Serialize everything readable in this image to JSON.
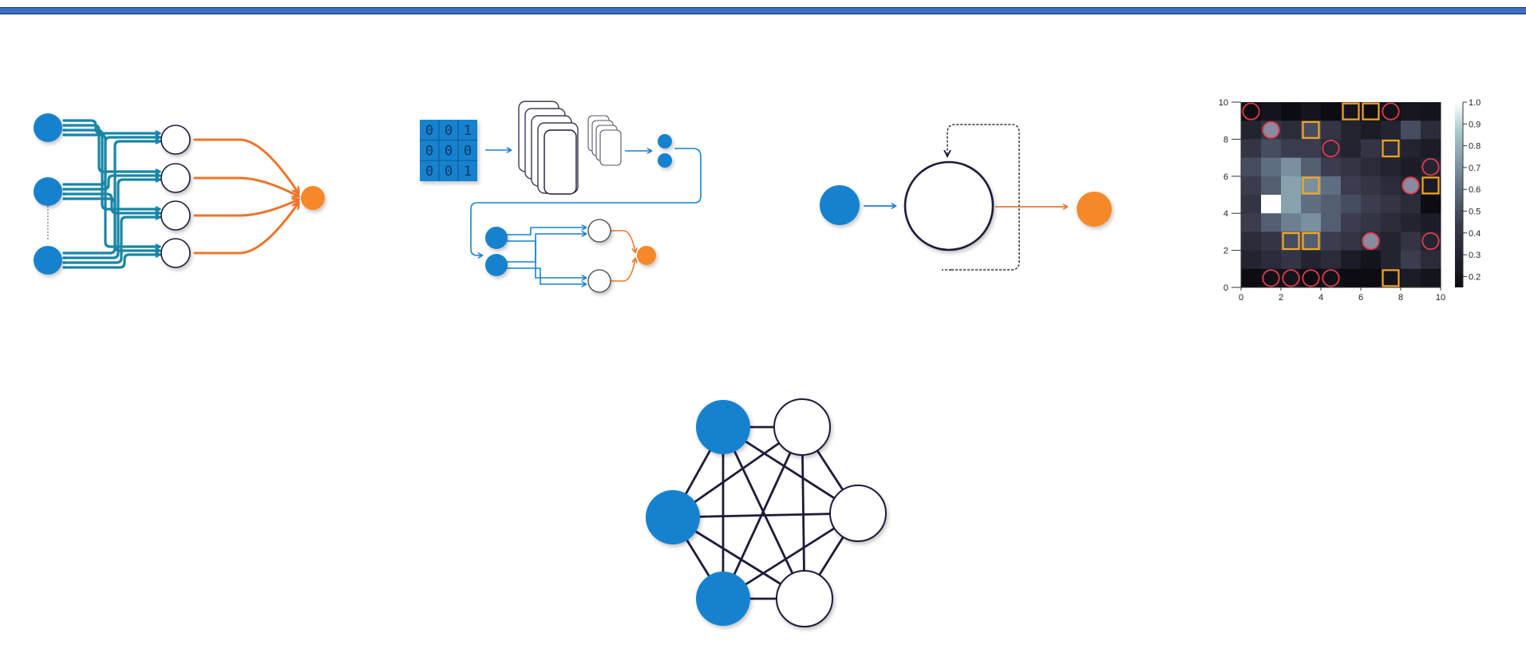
{
  "colors": {
    "blue": "#1782cf",
    "teal": "#1786a6",
    "orange": "#f07427",
    "orange_node": "#f5892b",
    "navy": "#1e1b3a",
    "frame_bar": "#3a6fc8",
    "box_orange": "#f5a623",
    "circle_red": "#e03c4c"
  },
  "cnn": {
    "matrix": [
      [
        "0",
        "0",
        "1"
      ],
      [
        "0",
        "0",
        "0"
      ],
      [
        "0",
        "0",
        "1"
      ]
    ]
  },
  "chart_data": {
    "type": "heatmap",
    "title": "",
    "xlabel": "",
    "ylabel": "",
    "xlim": [
      0,
      10
    ],
    "ylim": [
      0,
      10
    ],
    "x_ticks": [
      "0",
      "2",
      "4",
      "6",
      "8",
      "10"
    ],
    "y_ticks": [
      "0",
      "2",
      "4",
      "6",
      "8",
      "10"
    ],
    "colorbar_ticks": [
      "1.0",
      "0.9",
      "0.8",
      "0.7",
      "0.6",
      "0.5",
      "0.4",
      "0.3",
      "0.2"
    ],
    "colorbar_range": [
      0.15,
      1.0
    ],
    "grid": false,
    "values": [
      [
        0.15,
        0.2,
        0.15,
        0.2,
        0.15,
        0.2,
        0.15,
        0.18,
        0.22,
        0.2
      ],
      [
        0.3,
        0.4,
        0.35,
        0.5,
        0.4,
        0.3,
        0.25,
        0.3,
        0.5,
        0.35
      ],
      [
        0.4,
        0.5,
        0.45,
        0.45,
        0.35,
        0.3,
        0.4,
        0.35,
        0.3,
        0.25
      ],
      [
        0.5,
        0.6,
        0.7,
        0.55,
        0.45,
        0.4,
        0.35,
        0.3,
        0.25,
        0.3
      ],
      [
        0.45,
        0.55,
        0.75,
        0.7,
        0.6,
        0.45,
        0.4,
        0.35,
        0.3,
        0.25
      ],
      [
        0.4,
        1.0,
        0.75,
        0.6,
        0.55,
        0.5,
        0.45,
        0.4,
        0.35,
        0.15
      ],
      [
        0.45,
        0.55,
        0.65,
        0.7,
        0.55,
        0.45,
        0.4,
        0.35,
        0.3,
        0.25
      ],
      [
        0.35,
        0.4,
        0.5,
        0.55,
        0.45,
        0.4,
        0.35,
        0.3,
        0.4,
        0.3
      ],
      [
        0.3,
        0.35,
        0.4,
        0.3,
        0.35,
        0.25,
        0.2,
        0.3,
        0.45,
        0.35
      ],
      [
        0.15,
        0.18,
        0.2,
        0.15,
        0.18,
        0.12,
        0.15,
        0.2,
        0.25,
        0.2
      ]
    ],
    "square_markers": [
      [
        5,
        9
      ],
      [
        6,
        9
      ],
      [
        3,
        8
      ],
      [
        7,
        7
      ],
      [
        9,
        5
      ],
      [
        3,
        5
      ],
      [
        2,
        2
      ],
      [
        3,
        2
      ],
      [
        7,
        0
      ]
    ],
    "circle_markers": [
      [
        0,
        9
      ],
      [
        7,
        9
      ],
      [
        1,
        8
      ],
      [
        4,
        7
      ],
      [
        9,
        6
      ],
      [
        8,
        5
      ],
      [
        6,
        2
      ],
      [
        9,
        2
      ],
      [
        1,
        0
      ],
      [
        2,
        0
      ],
      [
        3,
        0
      ],
      [
        4,
        0
      ]
    ],
    "filled_circle_markers": [
      [
        1,
        8
      ],
      [
        8,
        5
      ],
      [
        6,
        2
      ]
    ]
  }
}
